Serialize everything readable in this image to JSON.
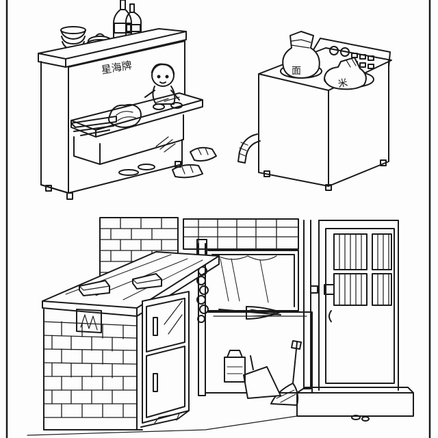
{
  "illustration": {
    "piano_brand": "星海牌",
    "bag_left_char": "面",
    "bag_right_char": "米",
    "colors": {
      "ink": "#1a1a1a",
      "paper": "#fdfdfd",
      "accent": "#ffffff"
    }
  }
}
